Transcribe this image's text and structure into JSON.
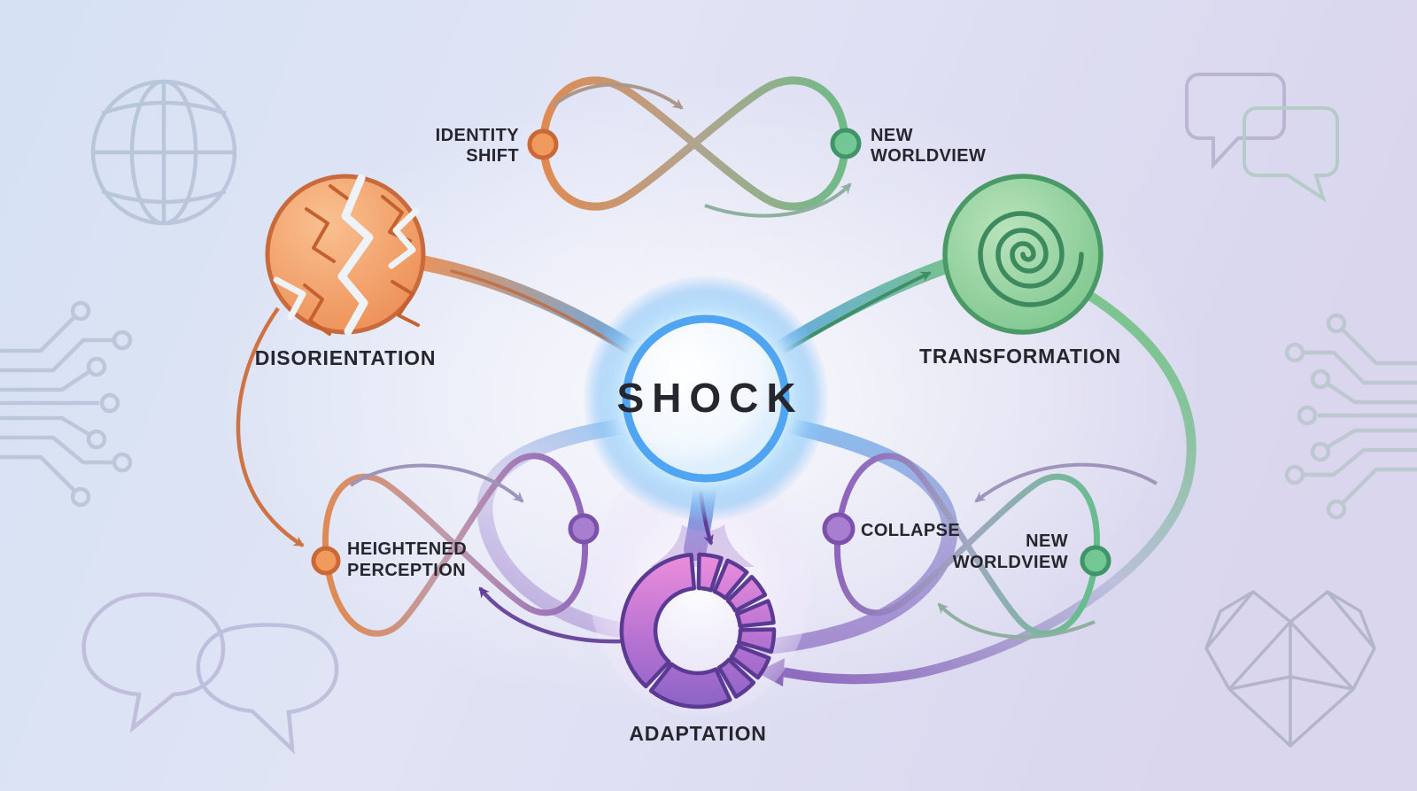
{
  "center": {
    "label": "SHOCK"
  },
  "stages": {
    "disorientation": "DISORIENTATION",
    "transformation": "TRANSFORMATION",
    "adaptation": "ADAPTATION"
  },
  "top_loop": {
    "left": {
      "line1": "IDENTITY",
      "line2": "SHIFT"
    },
    "right": {
      "line1": "NEW",
      "line2": "WORLDVIEW"
    }
  },
  "left_loop": {
    "left": {
      "line1": "HEIGHTENED",
      "line2": "PERCEPTION"
    }
  },
  "right_loop": {
    "left": {
      "line1": "COLLAPSE"
    },
    "right": {
      "line1": "NEW",
      "line2": "WORLDVIEW"
    }
  },
  "background_icons": [
    "globe-icon",
    "chat-bubbles-icon",
    "circuit-traces-icon",
    "circuit-traces-icon",
    "chat-bubbles-icon",
    "polygon-heart-icon"
  ],
  "colors": {
    "accent_orange": "#e8834d",
    "accent_green": "#5cb576",
    "accent_blue": "#47a0ee",
    "accent_purple": "#8d5fc0",
    "accent_magenta": "#d66fc8",
    "background": "#dce3f4",
    "label": "#26262e"
  }
}
